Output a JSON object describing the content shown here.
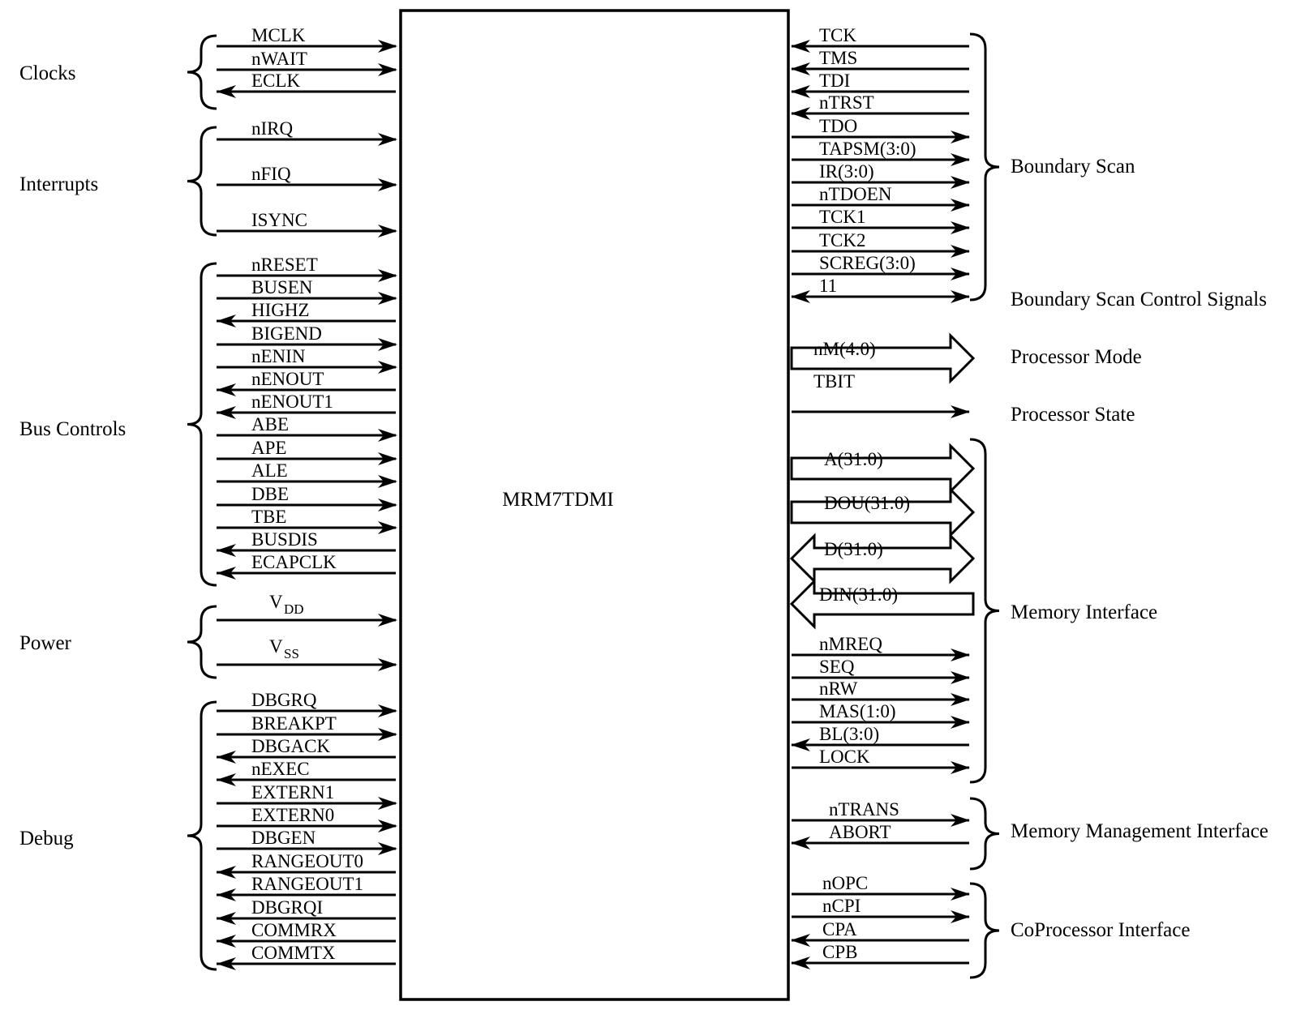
{
  "chip": {
    "label": "MRM7TDMI"
  },
  "groups": {
    "clocks": "Clocks",
    "interrupts": "Interrupts",
    "bus_controls": "Bus Controls",
    "power": "Power",
    "debug": "Debug",
    "boundary_scan": "Boundary Scan",
    "boundary_scan_control": "Boundary Scan Control Signals",
    "processor_mode": "Processor Mode",
    "processor_state": "Processor State",
    "memory_interface": "Memory Interface",
    "memory_management": "Memory Management Interface",
    "coprocessor": "CoProcessor Interface"
  },
  "left_signals": [
    {
      "label": "MCLK",
      "dir": "in"
    },
    {
      "label": "nWAIT",
      "dir": "in"
    },
    {
      "label": "ECLK",
      "dir": "out"
    },
    {
      "label": "nIRQ",
      "dir": "in"
    },
    {
      "label": "nFIQ",
      "dir": "in"
    },
    {
      "label": "ISYNC",
      "dir": "in"
    },
    {
      "label": "nRESET",
      "dir": "in"
    },
    {
      "label": "BUSEN",
      "dir": "in"
    },
    {
      "label": "HIGHZ",
      "dir": "out"
    },
    {
      "label": "BIGEND",
      "dir": "in"
    },
    {
      "label": "nENIN",
      "dir": "in"
    },
    {
      "label": "nENOUT",
      "dir": "out"
    },
    {
      "label": "nENOUT1",
      "dir": "out"
    },
    {
      "label": "ABE",
      "dir": "in"
    },
    {
      "label": "APE",
      "dir": "in"
    },
    {
      "label": "ALE",
      "dir": "in"
    },
    {
      "label": "DBE",
      "dir": "in"
    },
    {
      "label": "TBE",
      "dir": "in"
    },
    {
      "label": "BUSDIS",
      "dir": "out"
    },
    {
      "label": "ECAPCLK",
      "dir": "out"
    },
    {
      "label": "V",
      "sub": "DD",
      "dir": "in"
    },
    {
      "label": "V",
      "sub": "SS",
      "dir": "in"
    },
    {
      "label": "DBGRQ",
      "dir": "in"
    },
    {
      "label": "BREAKPT",
      "dir": "in"
    },
    {
      "label": "DBGACK",
      "dir": "out"
    },
    {
      "label": "nEXEC",
      "dir": "out"
    },
    {
      "label": "EXTERN1",
      "dir": "in"
    },
    {
      "label": "EXTERN0",
      "dir": "in"
    },
    {
      "label": "DBGEN",
      "dir": "in"
    },
    {
      "label": "RANGEOUT0",
      "dir": "out"
    },
    {
      "label": "RANGEOUT1",
      "dir": "out"
    },
    {
      "label": "DBGRQI",
      "dir": "out"
    },
    {
      "label": "COMMRX",
      "dir": "out"
    },
    {
      "label": "COMMTX",
      "dir": "out"
    }
  ],
  "right_signals": [
    {
      "label": "TCK",
      "dir": "in"
    },
    {
      "label": "TMS",
      "dir": "in"
    },
    {
      "label": "TDI",
      "dir": "in"
    },
    {
      "label": "nTRST",
      "dir": "in"
    },
    {
      "label": "TDO",
      "dir": "out"
    },
    {
      "label": "TAPSM(3:0)",
      "dir": "out"
    },
    {
      "label": "IR(3:0)",
      "dir": "out"
    },
    {
      "label": "nTDOEN",
      "dir": "out"
    },
    {
      "label": "TCK1",
      "dir": "out"
    },
    {
      "label": "TCK2",
      "dir": "out"
    },
    {
      "label": "SCREG(3:0)",
      "dir": "out"
    },
    {
      "label": "11",
      "dir": "bi"
    },
    {
      "label": "nMREQ",
      "dir": "out"
    },
    {
      "label": "SEQ",
      "dir": "out"
    },
    {
      "label": "nRW",
      "dir": "out"
    },
    {
      "label": "MAS(1:0)",
      "dir": "out"
    },
    {
      "label": "BL(3:0)",
      "dir": "in"
    },
    {
      "label": "LOCK",
      "dir": "out"
    },
    {
      "label": "nTRANS",
      "dir": "out"
    },
    {
      "label": "ABORT",
      "dir": "in"
    },
    {
      "label": "nOPC",
      "dir": "out"
    },
    {
      "label": "nCPI",
      "dir": "out"
    },
    {
      "label": "CPA",
      "dir": "in"
    },
    {
      "label": "CPB",
      "dir": "in"
    }
  ],
  "processor_mode_signals": [
    "nM(4:0)",
    "TBIT"
  ],
  "bus_signals": [
    {
      "label": "A(31:0)",
      "dir": "out"
    },
    {
      "label": "DOU(31:0)",
      "dir": "out"
    },
    {
      "label": "D(31:0)",
      "dir": "bi"
    },
    {
      "label": "DIN(31:0)",
      "dir": "in"
    }
  ]
}
